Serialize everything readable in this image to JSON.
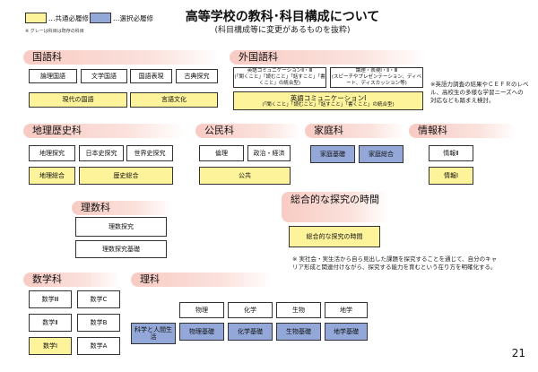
{
  "title": "高等学校の教科･科目構成について",
  "subtitle": "(科目構成等に変更があるものを抜粋)",
  "legend": {
    "common_label": "…共通必履修",
    "elective_label": "…選択必履修",
    "note": "※ グレーは科目は既存の科目",
    "common_color": "#fdf39a",
    "elective_color": "#93a8d8"
  },
  "categories": {
    "kokugo": "国語科",
    "gaikokugo": "外国語科",
    "chireki": "地理歴史科",
    "komin": "公民科",
    "katei": "家庭科",
    "joho": "情報科",
    "risu": "理数科",
    "tankyu": "総合的な探究の時間",
    "sugaku": "数学科",
    "rika": "理科"
  },
  "kokugo": {
    "ronri": "論理国語",
    "bungaku": "文学国語",
    "hyogen": "国語表現",
    "koten": "古典探究",
    "gendai": "現代の国語",
    "gengo": "言語文化"
  },
  "gaikokugo": {
    "eng23": "英語コミュニケーションⅡ・Ⅲ",
    "eng23_sub": "(「聞くこと」「読むこと」「話すこと」「書くこと」の統合型)",
    "ronri": "論理・表現Ⅰ・Ⅱ・Ⅲ",
    "ronri_sub": "(スピーチやプレゼンテーション、ディベート、ディスカッション等)",
    "eng1": "英語コミュニケーションⅠ",
    "eng1_sub": "(「聞くこと」「読むこと」「話すこと」「書くこと」の統合型)",
    "note": "※英語力調査の結果やＣＥＦＲのレベル、高校生の多様な学習ニーズへの対応なども踏まえ検討。"
  },
  "chireki": {
    "chiri_tankyu": "地理探究",
    "nihonshi": "日本史探究",
    "sekaishi": "世界史探究",
    "chiri_sogo": "地理総合",
    "rekishi_sogo": "歴史総合"
  },
  "komin": {
    "rinri": "倫理",
    "seiji": "政治・経済",
    "kokyo": "公共"
  },
  "katei": {
    "kiso": "家庭基礎",
    "sogo": "家庭総合"
  },
  "joho": {
    "joho2": "情報Ⅱ",
    "joho1": "情報Ⅰ"
  },
  "risu": {
    "tankyu": "理数探究",
    "tankyu_kiso": "理数探究基礎"
  },
  "tankyu": {
    "box": "総合的な探究の時間",
    "note": "※ 実社会・実生活から自ら見出した課題を探究することを通じて、自分のキャリア形成と関連付けながら、探究する能力を育むという在り方を明確化する。"
  },
  "sugaku": {
    "m3": "数学Ⅲ",
    "mc": "数学C",
    "m2": "数学Ⅱ",
    "mb": "数学B",
    "m1": "数学Ⅰ",
    "ma": "数学A"
  },
  "rika": {
    "kagaku_ningen": "科学と人間生活",
    "butsuri": "物理",
    "kagaku": "化学",
    "seibutsu": "生物",
    "chigaku": "地学",
    "butsuri_kiso": "物理基礎",
    "kagaku_kiso": "化学基礎",
    "seibutsu_kiso": "生物基礎",
    "chigaku_kiso": "地学基礎"
  },
  "page_number": "21"
}
